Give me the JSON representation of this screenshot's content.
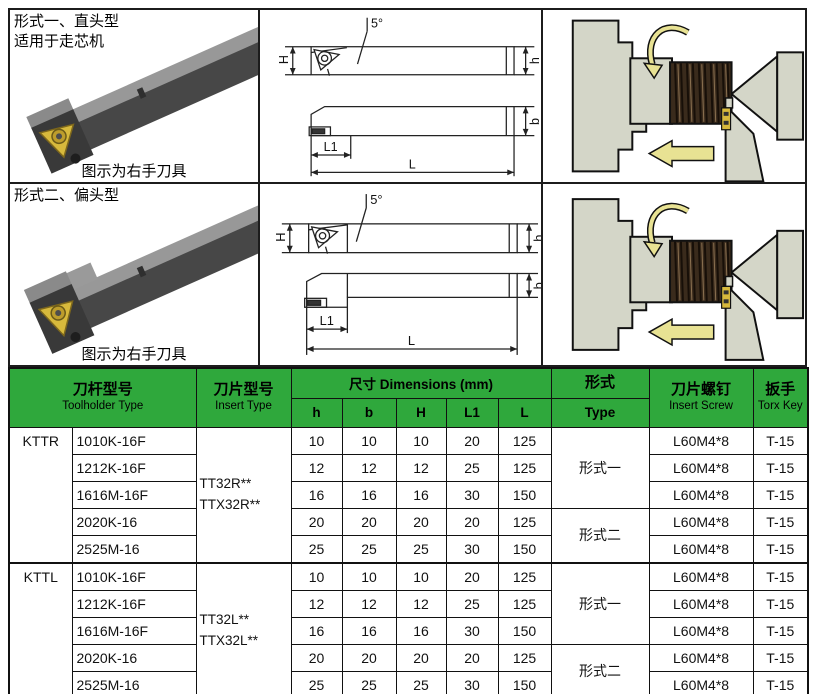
{
  "colors": {
    "header_green": "#2fa83c",
    "border_black": "#111111",
    "insert_gold": "#d7b93c",
    "metal_gray": "#d4d6c8",
    "thread_brown": "#3a2b1c",
    "arrow_yellow": "#e8e293",
    "tool_body_dark": "#474747",
    "tool_body_light": "#989898"
  },
  "top_section": {
    "form1": {
      "title_line1": "形式一、直头型",
      "title_line2": "适用于走芯机",
      "caption": "图示为右手刀具"
    },
    "form2": {
      "title_line1": "形式二、偏头型",
      "caption": "图示为右手刀具"
    },
    "drawing_labels": {
      "angle": "5°",
      "big_height": "H",
      "small_height": "h",
      "head_length": "L1",
      "total_length": "L",
      "width": "b"
    }
  },
  "table": {
    "header": {
      "toolholder_zh": "刀杆型号",
      "toolholder_en": "Toolholder Type",
      "insert_zh": "刀片型号",
      "insert_en": "Insert Type",
      "dimensions_label": "尺寸 Dimensions (mm)",
      "dim_cols": [
        "h",
        "b",
        "H",
        "L1",
        "L"
      ],
      "type_zh": "形式",
      "type_en": "Type",
      "screw_zh": "刀片螺钉",
      "screw_en": "Insert Screw",
      "torx_zh": "扳手",
      "torx_en": "Torx Key"
    },
    "groups": [
      {
        "name": "KTTR",
        "insert_line1": "TT32R**",
        "insert_line2": "TTX32R**",
        "types": [
          {
            "label": "形式一"
          },
          {
            "label": "形式二"
          }
        ],
        "rows": [
          {
            "model": "1010K-16F",
            "h": "10",
            "b": "10",
            "H": "10",
            "L1": "20",
            "L": "125",
            "screw": "L60M4*8",
            "torx": "T-15"
          },
          {
            "model": "1212K-16F",
            "h": "12",
            "b": "12",
            "H": "12",
            "L1": "25",
            "L": "125",
            "screw": "L60M4*8",
            "torx": "T-15"
          },
          {
            "model": "1616M-16F",
            "h": "16",
            "b": "16",
            "H": "16",
            "L1": "30",
            "L": "150",
            "screw": "L60M4*8",
            "torx": "T-15"
          },
          {
            "model": "2020K-16",
            "h": "20",
            "b": "20",
            "H": "20",
            "L1": "20",
            "L": "125",
            "screw": "L60M4*8",
            "torx": "T-15"
          },
          {
            "model": "2525M-16",
            "h": "25",
            "b": "25",
            "H": "25",
            "L1": "30",
            "L": "150",
            "screw": "L60M4*8",
            "torx": "T-15"
          }
        ]
      },
      {
        "name": "KTTL",
        "insert_line1": "TT32L**",
        "insert_line2": "TTX32L**",
        "types": [
          {
            "label": "形式一"
          },
          {
            "label": "形式二"
          }
        ],
        "rows": [
          {
            "model": "1010K-16F",
            "h": "10",
            "b": "10",
            "H": "10",
            "L1": "20",
            "L": "125",
            "screw": "L60M4*8",
            "torx": "T-15"
          },
          {
            "model": "1212K-16F",
            "h": "12",
            "b": "12",
            "H": "12",
            "L1": "25",
            "L": "125",
            "screw": "L60M4*8",
            "torx": "T-15"
          },
          {
            "model": "1616M-16F",
            "h": "16",
            "b": "16",
            "H": "16",
            "L1": "30",
            "L": "150",
            "screw": "L60M4*8",
            "torx": "T-15"
          },
          {
            "model": "2020K-16",
            "h": "20",
            "b": "20",
            "H": "20",
            "L1": "20",
            "L": "125",
            "screw": "L60M4*8",
            "torx": "T-15"
          },
          {
            "model": "2525M-16",
            "h": "25",
            "b": "25",
            "H": "25",
            "L1": "30",
            "L": "150",
            "screw": "L60M4*8",
            "torx": "T-15"
          }
        ]
      }
    ]
  }
}
